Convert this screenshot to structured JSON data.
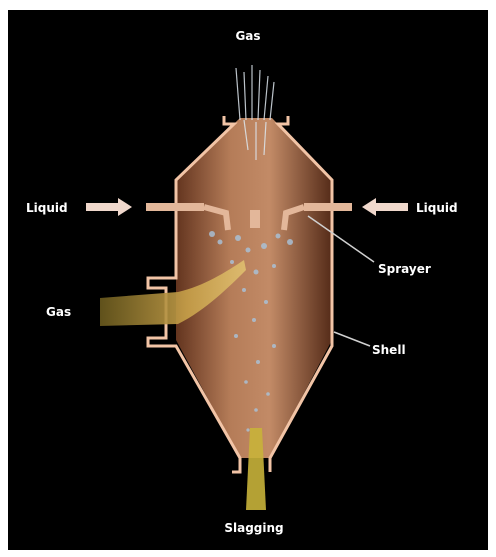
{
  "labels": {
    "gas_top": "Gas",
    "liquid_left": "Liquid",
    "liquid_right": "Liquid",
    "sprayer": "Sprayer",
    "gas_side": "Gas",
    "shell": "Shell",
    "slagging": "Slagging"
  },
  "colors": {
    "background": "#000000",
    "shell_outline": "#f2c4a6",
    "body_fill": "#c07a52",
    "gas_inlet": "#c9a24a",
    "spray": "#a9c4dc",
    "slag": "#c8b23a"
  }
}
